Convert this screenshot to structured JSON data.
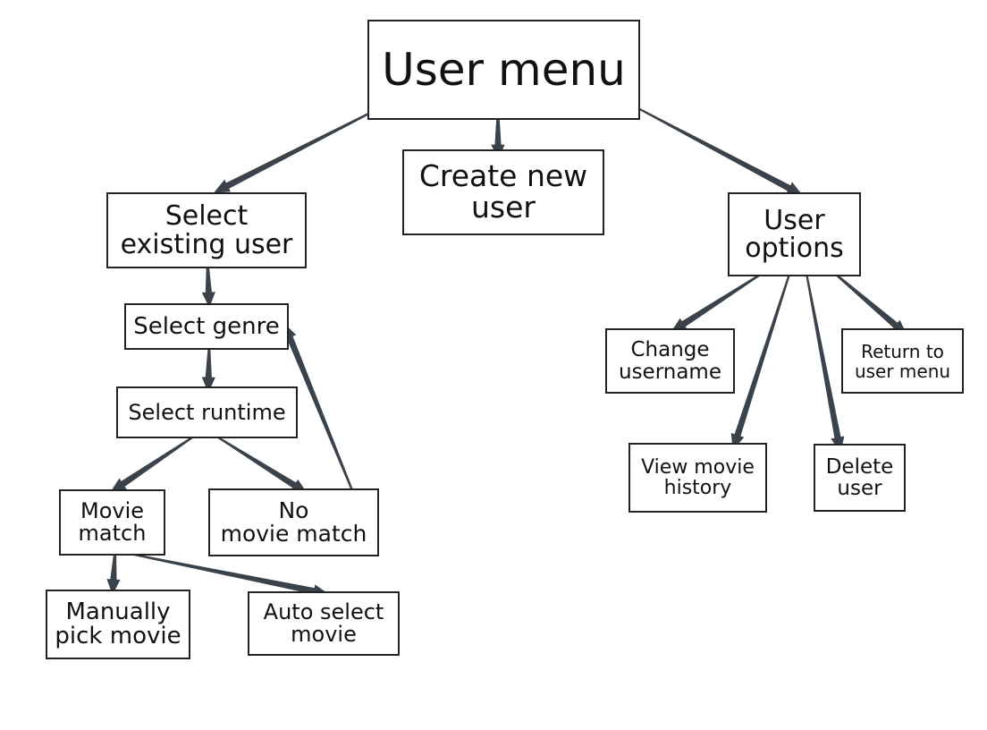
{
  "diagram": {
    "nodes": {
      "root": "User menu",
      "select_existing": "Select\nexisting user",
      "create_new": "Create new\nuser",
      "user_options": "User\noptions",
      "select_genre": "Select genre",
      "select_runtime": "Select runtime",
      "movie_match": "Movie\nmatch",
      "no_movie_match": "No\nmovie match",
      "manually_pick": "Manually\npick movie",
      "auto_select": "Auto select\nmovie",
      "change_username": "Change\nusername",
      "return_to_menu": "Return to\nuser menu",
      "view_history": "View movie\nhistory",
      "delete_user": "Delete\nuser"
    },
    "edges": [
      {
        "from": "root",
        "to": "select_existing"
      },
      {
        "from": "root",
        "to": "create_new"
      },
      {
        "from": "root",
        "to": "user_options"
      },
      {
        "from": "select_existing",
        "to": "select_genre"
      },
      {
        "from": "select_genre",
        "to": "select_runtime"
      },
      {
        "from": "select_runtime",
        "to": "movie_match"
      },
      {
        "from": "select_runtime",
        "to": "no_movie_match"
      },
      {
        "from": "no_movie_match",
        "to": "select_genre"
      },
      {
        "from": "movie_match",
        "to": "manually_pick"
      },
      {
        "from": "movie_match",
        "to": "auto_select"
      },
      {
        "from": "user_options",
        "to": "change_username"
      },
      {
        "from": "user_options",
        "to": "view_history"
      },
      {
        "from": "user_options",
        "to": "delete_user"
      },
      {
        "from": "user_options",
        "to": "return_to_menu"
      }
    ],
    "colors": {
      "arrow": "#3a424b",
      "arrow_light": "#c9ced4",
      "border": "#222222"
    }
  }
}
